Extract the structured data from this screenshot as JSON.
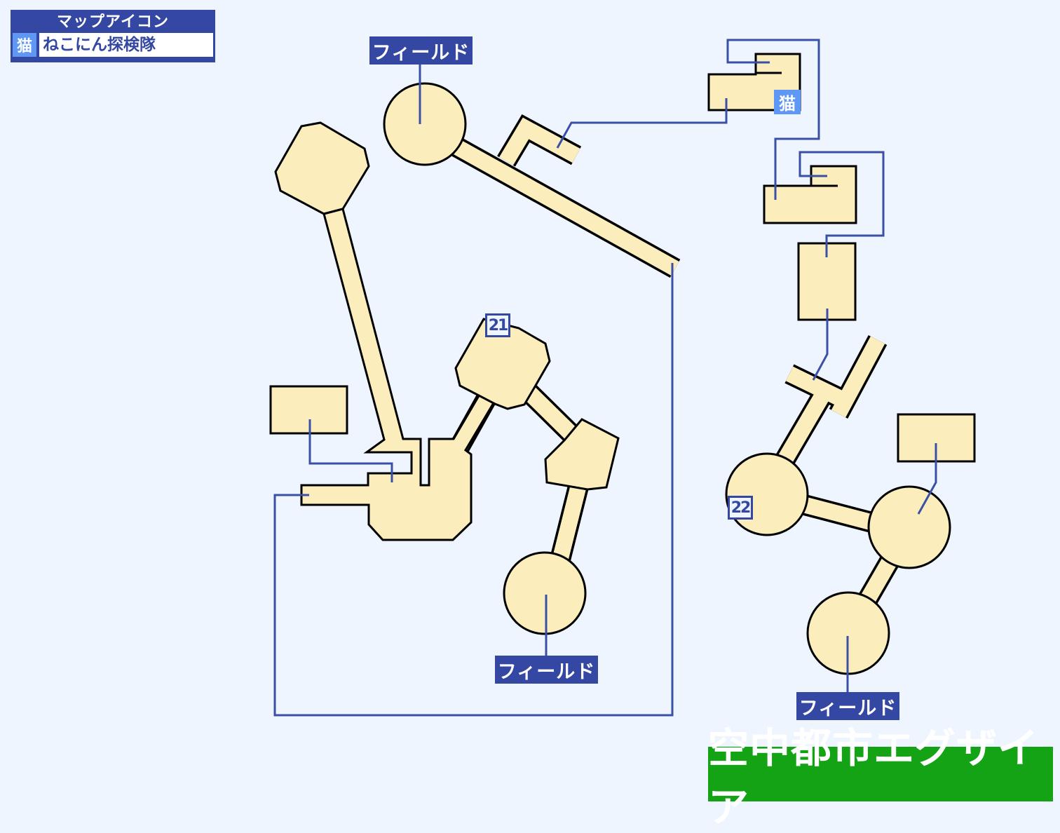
{
  "legend": {
    "title": "マップアイコン",
    "icon": "猫",
    "name": "ねこにん探検隊"
  },
  "labels": {
    "field_top": "フィールド",
    "field_bottom_center": "フィールド",
    "field_bottom_right": "フィールド",
    "room_21": "21",
    "room_22": "22",
    "cat_marker": "猫"
  },
  "map_title": "空中都市エグザイア",
  "colors": {
    "background": "#eff5fe",
    "room": "#fcedbd",
    "path": "#3a4fa6",
    "label": "#3447a3",
    "cat": "#5f97f5",
    "title": "#13a314"
  }
}
